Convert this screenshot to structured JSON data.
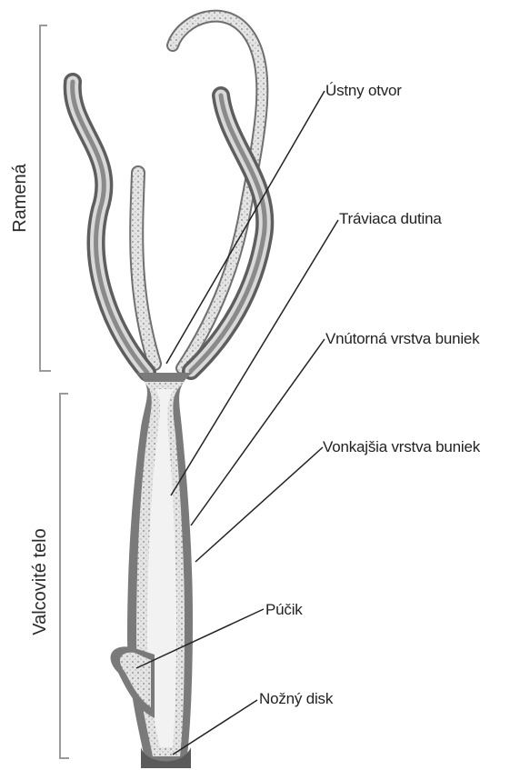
{
  "diagram": {
    "region_labels": {
      "arms": "Ramená",
      "body": "Valcovité telo"
    },
    "part_labels": {
      "mouth": "Ústny otvor",
      "cavity": "Tráviaca dutina",
      "inner_layer": "Vnútorná vrstva buniek",
      "outer_layer": "Vonkajšia vrstva buniek",
      "bud": "Púčik",
      "foot_disk": "Nožný disk"
    },
    "colors": {
      "ink": "#222222",
      "wall": "#7a7a7a",
      "wall_light": "#cfcfcf",
      "cavity": "#f2f2f2",
      "bracket": "#9a9a9a"
    }
  }
}
